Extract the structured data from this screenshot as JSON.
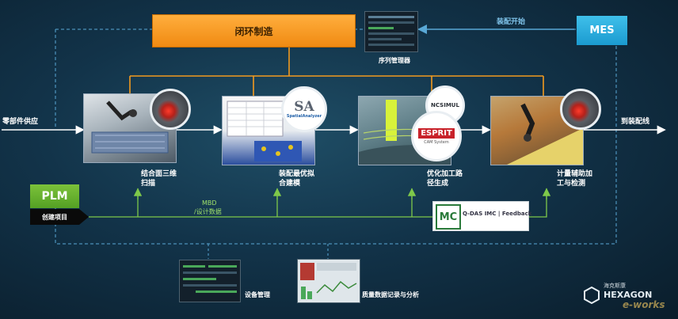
{
  "nodes": {
    "top_process": "闭环制造",
    "mes": "MES",
    "plm": "PLM",
    "plm_sub": "创建项目",
    "sequence_manager": "序列管理器",
    "assembly_start": "装配开始",
    "parts_supply": "零部件供应",
    "to_assembly_line": "到装配线",
    "mbd_line1": "MBD",
    "mbd_line2": "/设计数据",
    "equipment_mgmt": "设备管理",
    "quality_data": "质量数据记录与分析"
  },
  "steps": [
    {
      "line1": "结合面三维",
      "line2": "扫描"
    },
    {
      "line1": "装配最优拟",
      "line2": "合建模"
    },
    {
      "line1": "优化加工路",
      "line2": "径生成"
    },
    {
      "line1": "计量辅助加",
      "line2": "工与检测"
    }
  ],
  "logos": {
    "sa_big": "SA",
    "sa_name": "SpatialAnalyzer",
    "ncsimul": "NCSIMUL",
    "esprit": "ESPRIT",
    "esprit_sub": "CAM System",
    "qdas_mark": "MC",
    "qdas_text": "Q-DAS IMC | Feedback",
    "brand": "HEXAGON",
    "brand_cn": "海克斯康",
    "watermark": "e-works"
  },
  "colors": {
    "orange": "#f29a1f",
    "mes_blue": "#2aaee0",
    "plm_green": "#6ab42e",
    "flow_green": "#7ec84a",
    "dashed_blue": "#59a8d6"
  }
}
